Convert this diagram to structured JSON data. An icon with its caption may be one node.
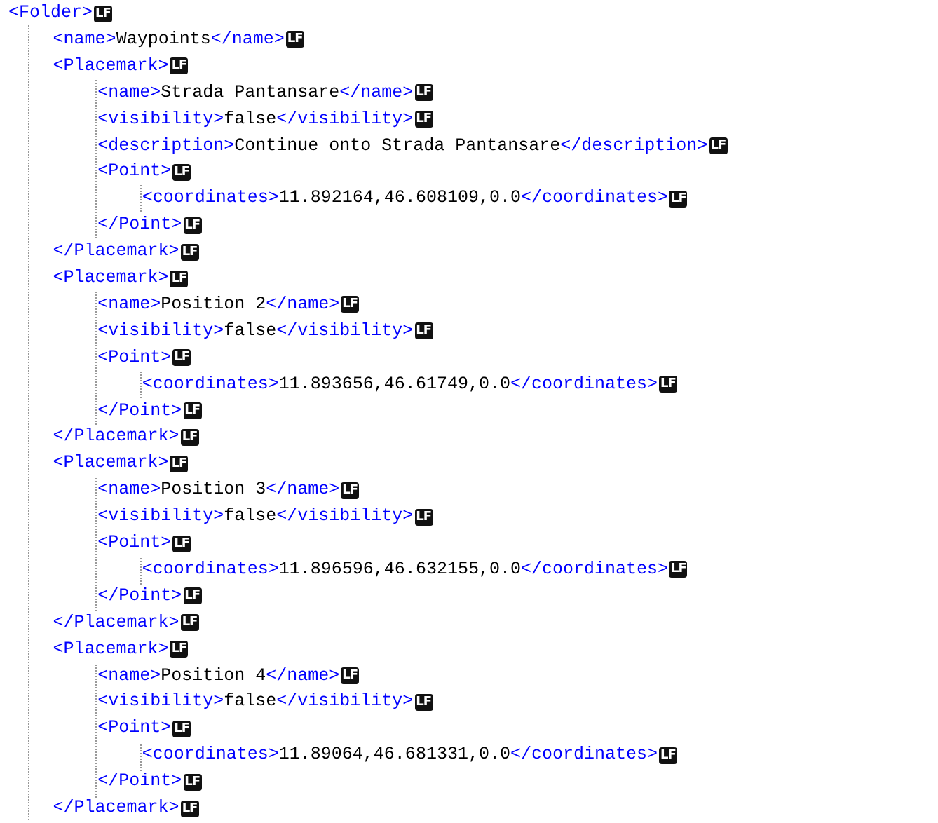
{
  "diagram": {
    "labels": [
      "<Folder>",
      "LF",
      "<name>Waypoints</name>",
      "LF",
      "<Placemark>",
      "LF",
      "<name>Strada Pantansare</name>",
      "LF",
      "<visibility>false</visibility>",
      "LF",
      "<description>Continue onto Strada Pantansare</description>",
      "LF",
      "<Point>",
      "LF",
      "<coordinates>11.892164,46.608109,0.0</coordinates>",
      "LF",
      "</Point>",
      "LF",
      "</Placemark>",
      "LF",
      "<Placemark>",
      "LF",
      "<name>Position 2</name>",
      "LF",
      "<visibility>false</visibility>",
      "LF",
      "<Point>",
      "LF",
      "<coordinates>11.893656,46.61749,0.0</coordinates>",
      "LF",
      "</Point>",
      "LF",
      "</Placemark>",
      "LF",
      "<Placemark>",
      "LF",
      "<name>Position 3</name>",
      "LF",
      "<visibility>false</visibility>",
      "LF",
      "<Point>",
      "LF",
      "<coordinates>11.896596,46.632155,0.0</coordinates>",
      "LF",
      "</Point>",
      "LF",
      "</Placemark>",
      "LF",
      "<Placemark>",
      "LF",
      "<name>Position 4</name>",
      "LF",
      "<visibility>false</visibility>",
      "LF",
      "<Point>",
      "LF",
      "<coordinates>11.89064,46.681331,0.0</coordinates>",
      "LF",
      "</Point>",
      "LF",
      "</Placemark>",
      "LF"
    ]
  }
}
